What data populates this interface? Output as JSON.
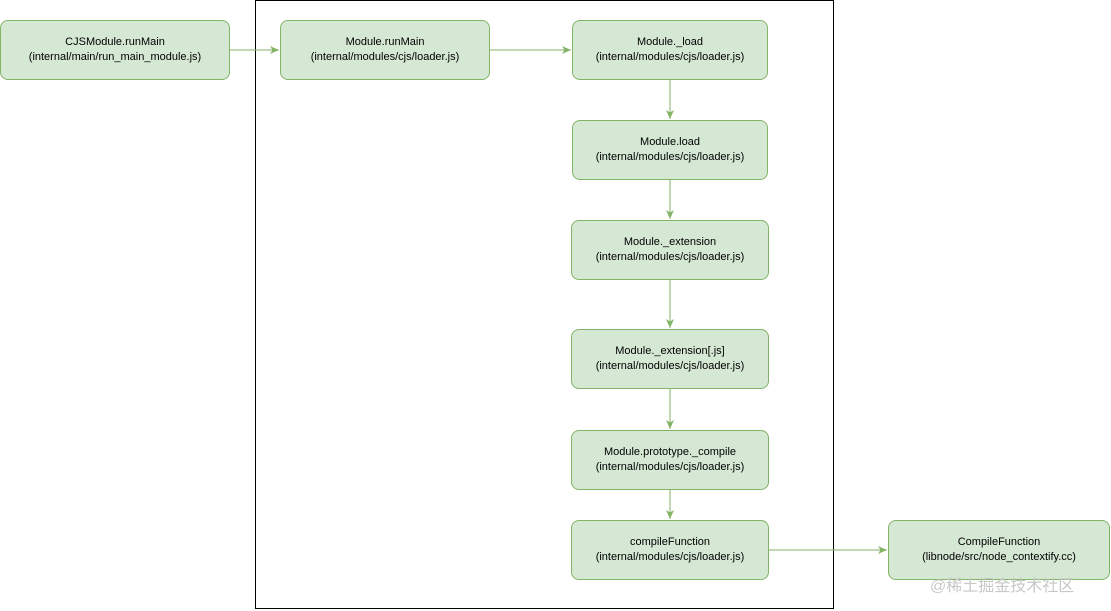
{
  "nodes": [
    {
      "id": "cjs-runmain",
      "title": "CJSModule.runMain",
      "path": "(internal/main/run_main_module.js)"
    },
    {
      "id": "module-runmain",
      "title": "Module.runMain",
      "path": "(internal/modules/cjs/loader.js)"
    },
    {
      "id": "module-_load",
      "title": "Module._load",
      "path": "(internal/modules/cjs/loader.js)"
    },
    {
      "id": "module-load",
      "title": "Module.load",
      "path": "(internal/modules/cjs/loader.js)"
    },
    {
      "id": "module-_extension",
      "title": "Module._extension",
      "path": "(internal/modules/cjs/loader.js)"
    },
    {
      "id": "module-_extension-js",
      "title": "Module._extension[.js]",
      "path": "(internal/modules/cjs/loader.js)"
    },
    {
      "id": "module-prototype-_compile",
      "title": "Module.prototype._compile",
      "path": "(internal/modules/cjs/loader.js)"
    },
    {
      "id": "compilefunction-js",
      "title": "compileFunction",
      "path": "(internal/modules/cjs/loader.js)"
    },
    {
      "id": "compilefunction-cc",
      "title": "CompileFunction",
      "path": "(libnode/src/node_contextify.cc)"
    }
  ],
  "edges": [
    {
      "from": "cjs-runmain",
      "to": "module-runmain"
    },
    {
      "from": "module-runmain",
      "to": "module-_load"
    },
    {
      "from": "module-_load",
      "to": "module-load"
    },
    {
      "from": "module-load",
      "to": "module-_extension"
    },
    {
      "from": "module-_extension",
      "to": "module-_extension-js"
    },
    {
      "from": "module-_extension-js",
      "to": "module-prototype-_compile"
    },
    {
      "from": "module-prototype-_compile",
      "to": "compilefunction-js"
    },
    {
      "from": "compilefunction-js",
      "to": "compilefunction-cc"
    }
  ],
  "colors": {
    "node_fill": "#d5e8d4",
    "node_stroke": "#82b366",
    "edge": "#82b366",
    "frame": "#000000"
  },
  "watermark": "@稀土掘金技术社区"
}
